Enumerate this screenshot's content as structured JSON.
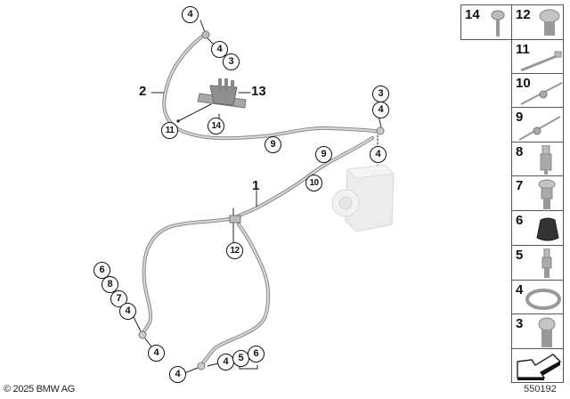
{
  "diagram": {
    "type": "parts-diagram",
    "brand_color": "#111111",
    "copyright": "© 2025 BMW AG",
    "diagram_id": "550192",
    "reference_labels": [
      {
        "id": "ref-2",
        "text": "2"
      },
      {
        "id": "ref-13",
        "text": "13"
      },
      {
        "id": "ref-1",
        "text": "1"
      }
    ],
    "callouts": [
      {
        "text": "4"
      },
      {
        "text": "4"
      },
      {
        "text": "3"
      },
      {
        "text": "11"
      },
      {
        "text": "14"
      },
      {
        "text": "9"
      },
      {
        "text": "3"
      },
      {
        "text": "4"
      },
      {
        "text": "4"
      },
      {
        "text": "9"
      },
      {
        "text": "10"
      },
      {
        "text": "12"
      },
      {
        "text": "6"
      },
      {
        "text": "8"
      },
      {
        "text": "7"
      },
      {
        "text": "4"
      },
      {
        "text": "4"
      },
      {
        "text": "4"
      },
      {
        "text": "4"
      },
      {
        "text": "5"
      },
      {
        "text": "6"
      }
    ],
    "parts_grid": [
      {
        "num": "14",
        "part": "screw"
      },
      {
        "num": "12",
        "part": "bolt"
      },
      {
        "num": "11",
        "part": "cable-tie"
      },
      {
        "num": "10",
        "part": "cable-tie-with-clip"
      },
      {
        "num": "9",
        "part": "cable-tie-with-clip"
      },
      {
        "num": "8",
        "part": "bleeder-valve"
      },
      {
        "num": "7",
        "part": "banjo-bolt"
      },
      {
        "num": "6",
        "part": "dust-cap"
      },
      {
        "num": "5",
        "part": "bleeder-screw"
      },
      {
        "num": "4",
        "part": "sealing-ring"
      },
      {
        "num": "3",
        "part": "banjo-bolt"
      },
      {
        "num": "",
        "part": "direction-arrow"
      }
    ]
  }
}
